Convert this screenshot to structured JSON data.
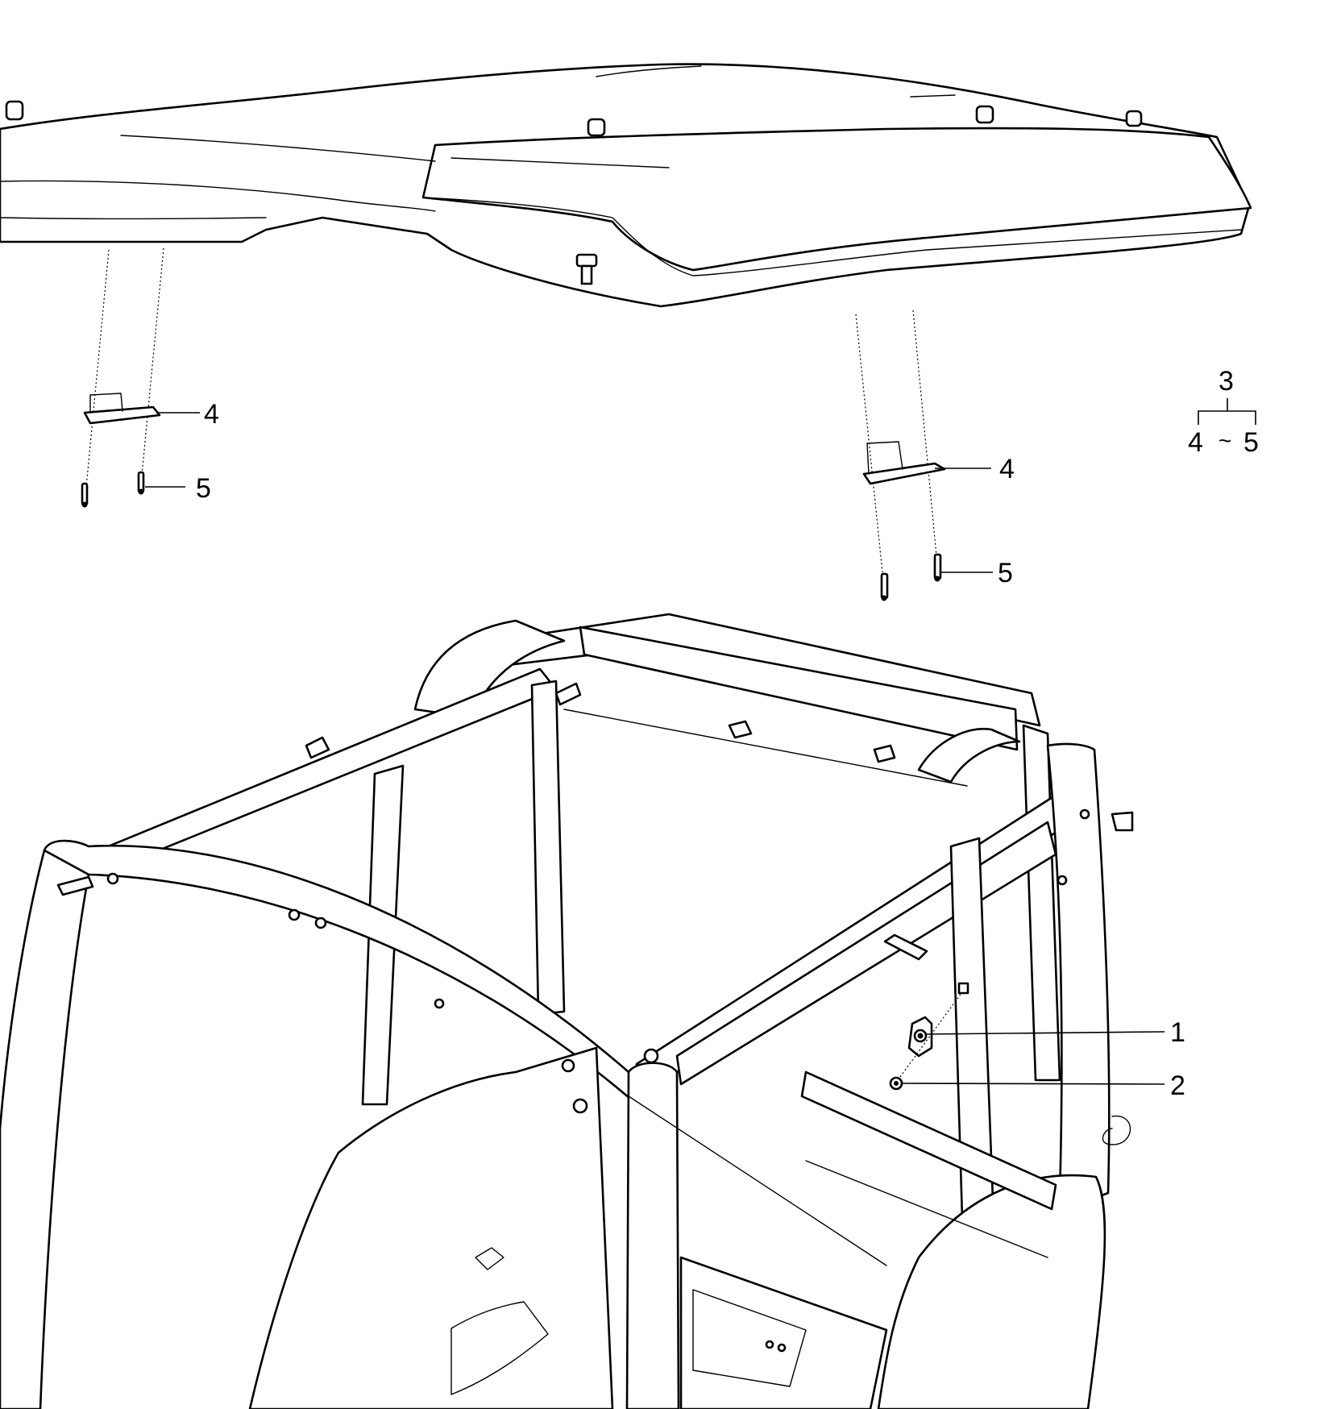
{
  "callouts": {
    "c1": "1",
    "c2": "2",
    "c3": "3",
    "c4_left": "4",
    "c5_left": "5",
    "c4_right": "4",
    "c5_right": "5"
  },
  "assembly_range": {
    "from": "4",
    "separator": "~",
    "to": "5"
  },
  "colors": {
    "ink": "#000000",
    "paper": "#ffffff"
  }
}
